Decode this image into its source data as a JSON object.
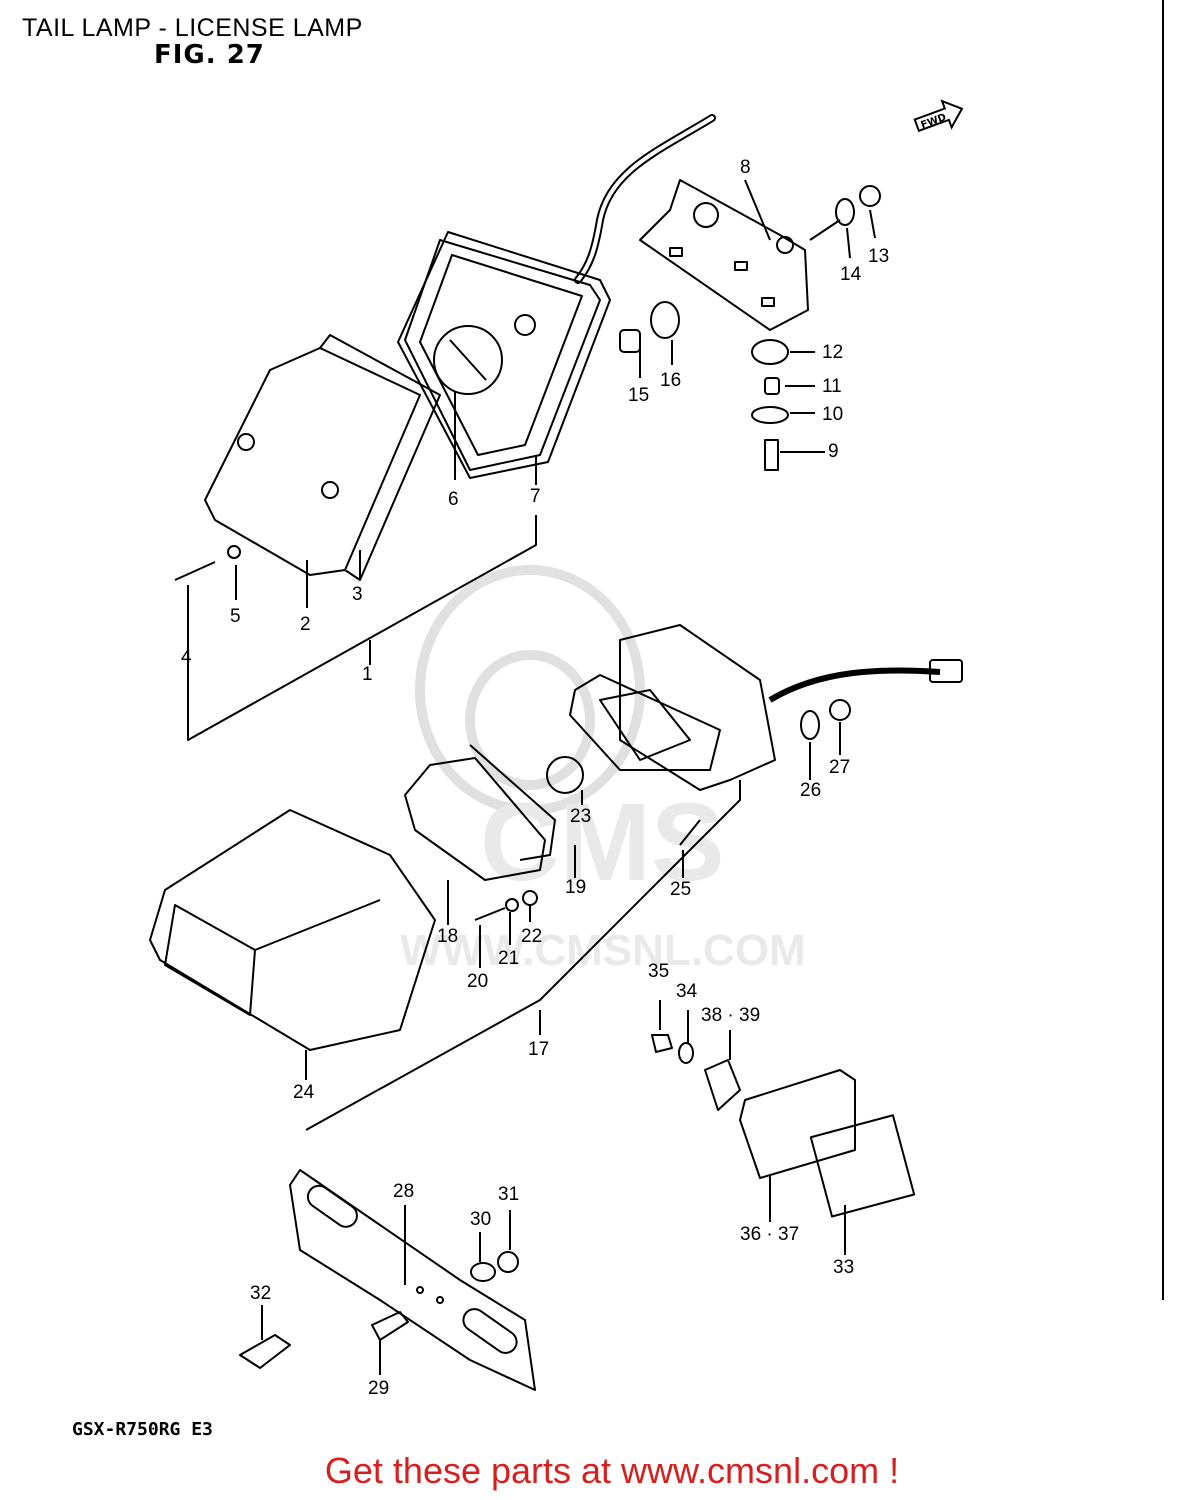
{
  "header": {
    "title": "TAIL LAMP - LICENSE LAMP",
    "figure": "FIG. 27"
  },
  "direction_arrow": {
    "label": "FWD",
    "icon": "forward-arrow-icon"
  },
  "callouts": [
    {
      "id": "c1",
      "label": "1"
    },
    {
      "id": "c2",
      "label": "2"
    },
    {
      "id": "c3",
      "label": "3"
    },
    {
      "id": "c4",
      "label": "4"
    },
    {
      "id": "c5",
      "label": "5"
    },
    {
      "id": "c6",
      "label": "6"
    },
    {
      "id": "c7",
      "label": "7"
    },
    {
      "id": "c8",
      "label": "8"
    },
    {
      "id": "c9",
      "label": "9"
    },
    {
      "id": "c10",
      "label": "10"
    },
    {
      "id": "c11",
      "label": "11"
    },
    {
      "id": "c12",
      "label": "12"
    },
    {
      "id": "c13",
      "label": "13"
    },
    {
      "id": "c14",
      "label": "14"
    },
    {
      "id": "c15",
      "label": "15"
    },
    {
      "id": "c16",
      "label": "16"
    },
    {
      "id": "c17",
      "label": "17"
    },
    {
      "id": "c18",
      "label": "18"
    },
    {
      "id": "c19",
      "label": "19"
    },
    {
      "id": "c20",
      "label": "20"
    },
    {
      "id": "c21",
      "label": "21"
    },
    {
      "id": "c22",
      "label": "22"
    },
    {
      "id": "c23",
      "label": "23"
    },
    {
      "id": "c24",
      "label": "24"
    },
    {
      "id": "c25",
      "label": "25"
    },
    {
      "id": "c26",
      "label": "26"
    },
    {
      "id": "c27",
      "label": "27"
    },
    {
      "id": "c28",
      "label": "28"
    },
    {
      "id": "c29",
      "label": "29"
    },
    {
      "id": "c30",
      "label": "30"
    },
    {
      "id": "c31",
      "label": "31"
    },
    {
      "id": "c32",
      "label": "32"
    },
    {
      "id": "c33",
      "label": "33"
    },
    {
      "id": "c34",
      "label": "34"
    },
    {
      "id": "c35",
      "label": "35"
    },
    {
      "id": "c36",
      "label": "36 · 37"
    },
    {
      "id": "c38",
      "label": "38 · 39"
    }
  ],
  "model_code": "GSX-R750RG E3",
  "footer": {
    "text": "Get these parts at www.cmsnl.com !",
    "color": "#d61f1f"
  },
  "watermark": {
    "text": "WWW.CMSNL.COM",
    "brand": "CMS",
    "color": "#d0d0d0"
  }
}
